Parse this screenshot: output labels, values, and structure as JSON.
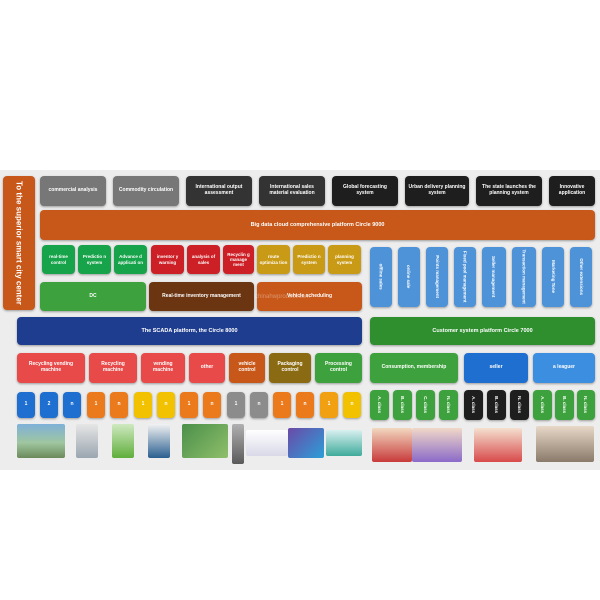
{
  "colors": {
    "orange": "#c8581a",
    "navy": "#1f3d8f",
    "green": "#2f8f2f",
    "light_green": "#3da23d",
    "bright_green": "#17a34a",
    "red": "#cc1f26",
    "salmon": "#e84a4a",
    "brown": "#6a3510",
    "gold": "#c99a15",
    "olive": "#8a6a12",
    "blue": "#3b78c6",
    "sky": "#4e93d8",
    "black": "#1e1e1e",
    "grey": "#777777",
    "dark": "#333333",
    "yellow": "#f2c200",
    "amber": "#f0a010",
    "flat_orange": "#ea7a1c"
  },
  "sidebar": {
    "label": "To the superior smart city center"
  },
  "top_modules": [
    "commercial analysis",
    "Commodity circulation",
    "International output assessment",
    "International sales material evaluation",
    "Global forecasting system",
    "Urban delivery planning system",
    "The state launches the planning system",
    "Innovative application"
  ],
  "big_data_platform": "Big data cloud comprehensive platform Circle 9000",
  "sub_modules": {
    "green": [
      "real-time control",
      "Predictio n system",
      "Advance d applicati on"
    ],
    "red": [
      "inventor y warning",
      "analysis of sales",
      "Recyclin g manage ment"
    ],
    "gold": [
      "route optimiza tion",
      "Predictio n system",
      "planning system"
    ]
  },
  "dc": "DC",
  "realtime_inventory": "Real-time inventory management",
  "vehicle_scheduling": "Vehicle scheduling",
  "scada_platform": "The SCADA platform, the Circle 8000",
  "right_modules": [
    "offline sales",
    "online sale",
    "Points management",
    "Fixed pool management",
    "Seller management",
    "Transaction management",
    "Marketing Tone",
    "Other extensions"
  ],
  "customer_platform": "Customer system platform Circle 7000",
  "machines": [
    "Recycling vending machine",
    "Recycling machine",
    "vending machine",
    "other",
    "vehicle control",
    "Packaging control",
    "Processing control"
  ],
  "customer_groups": [
    "Consumption, membership",
    "seller",
    "a leaguer"
  ],
  "left_cells": [
    "1",
    "2",
    "n",
    "1",
    "n",
    "1",
    "n",
    "1",
    "n",
    "1",
    "n",
    "1",
    "n",
    "1",
    "n"
  ],
  "right_cells": [
    "A. class",
    "B. class",
    "C. class",
    "N. class",
    "A. class",
    "B. class",
    "N. class",
    "A. class",
    "B. class",
    "N. class"
  ],
  "watermark": "chinahwproduct.com"
}
